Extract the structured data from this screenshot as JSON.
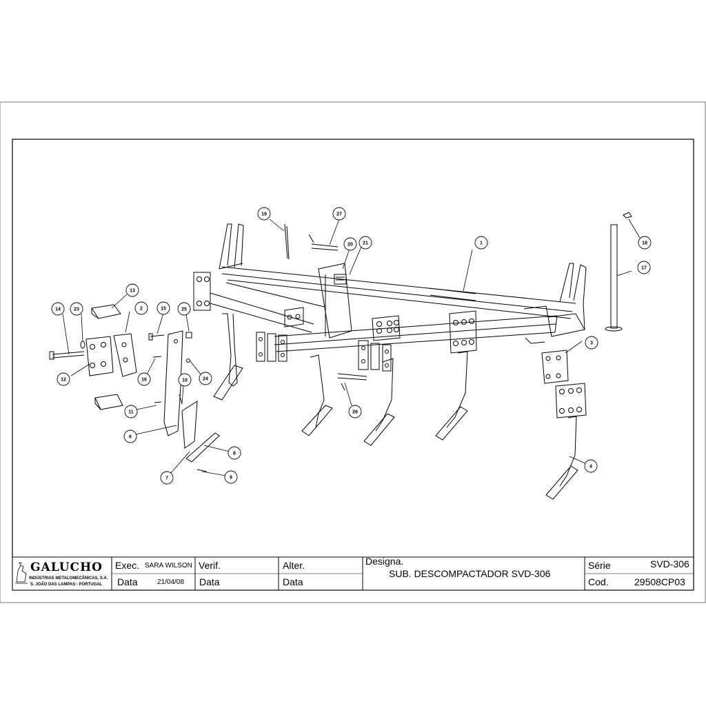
{
  "drawing": {
    "callouts": [
      "1",
      "2",
      "3",
      "4",
      "6",
      "7",
      "8",
      "9",
      "10",
      "11",
      "12",
      "13",
      "14",
      "15",
      "16",
      "17",
      "18",
      "19",
      "20",
      "21",
      "23",
      "24",
      "25",
      "26",
      "27"
    ]
  },
  "title_block": {
    "company": "GALUCHO",
    "company_line1": "INDÚSTRIAS METALOMECÂNICAS, S.A.",
    "company_line2": "S. JOÃO DAS LAMPAS - PORTUGAL",
    "exec_label": "Exec.",
    "exec_value": "SARA WILSON",
    "data_label": "Data",
    "data_value": "21/04/08",
    "verif_label": "Verif.",
    "verif_data_label": "Data",
    "alter_label": "Alter.",
    "alter_data_label": "Data",
    "designa_label": "Designa.",
    "designa_value": "SUB. DESCOMPACTADOR SVD-306",
    "serie_label": "Série",
    "serie_value": "SVD-306",
    "cod_label": "Cod.",
    "cod_value": "29508CP03"
  }
}
